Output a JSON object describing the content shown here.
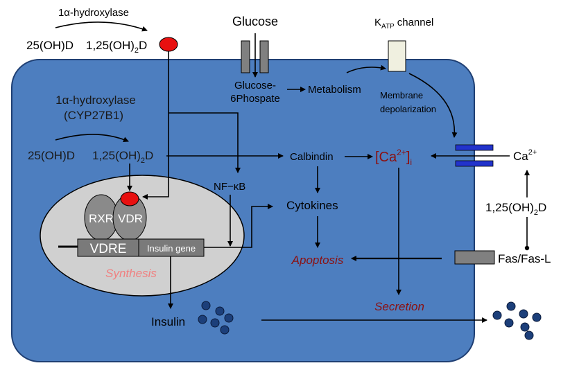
{
  "labels": {
    "hydroxylase_top": "1α-hydroxylase",
    "ohd_top": "25(OH)D",
    "dihydroxy_top": "1,25(OH)",
    "dihydroxy_top_sub": "2",
    "dihydroxy_top_d": "D",
    "glucose": "Glucose",
    "katp_k": "K",
    "katp_sub": "ATP",
    "katp_rest": "channel",
    "glucose6p_line1": "Glucose-",
    "glucose6p_line2": "6Phospate",
    "metabolism": "Metabolism",
    "membrane_line1": "Membrane",
    "membrane_line2": "depolarization",
    "hydroxylase_inner_line1": "1α-hydroxylase",
    "hydroxylase_inner_line2": "(CYP27B1)",
    "ohd_inner": "25(OH)D",
    "dihydroxy_inner": "1,25(OH)",
    "dihydroxy_inner_sub": "2",
    "dihydroxy_inner_d": "D",
    "calbindin": "Calbindin",
    "ca_i_main": "[Ca",
    "ca_i_sup": "2+",
    "ca_i_close": "]",
    "ca_i_sub": "i",
    "ca_ext": "Ca",
    "ca_ext_sup": "2+",
    "nfkb": "NF−κB",
    "cytokines": "Cytokines",
    "rxr": "RXR",
    "vdr": "VDR",
    "vdre": "VDRE",
    "insulin_gene": "Insulin gene",
    "synthesis": "Synthesis",
    "apoptosis": "Apoptosis",
    "dihydroxy_right": "1,25(OH)",
    "dihydroxy_right_sub": "2",
    "dihydroxy_right_d": "D",
    "fas": "Fas/Fas-L",
    "secretion": "Secretion",
    "insulin": "Insulin"
  },
  "colors": {
    "cell_fill": "#4d7ebf",
    "cell_stroke": "#1f3f73",
    "nucleus_fill": "#d0d0d0",
    "receptor_fill": "#8a8a8a",
    "vdre_fill": "#7a7a7a",
    "ligand_red": "#e81010",
    "dark_red_text": "#8b1010",
    "synthesis_text": "#f08080",
    "granule_fill": "#1c3f7a",
    "channel_blue": "#2233cc",
    "katp_fill": "#f0f0e0"
  }
}
